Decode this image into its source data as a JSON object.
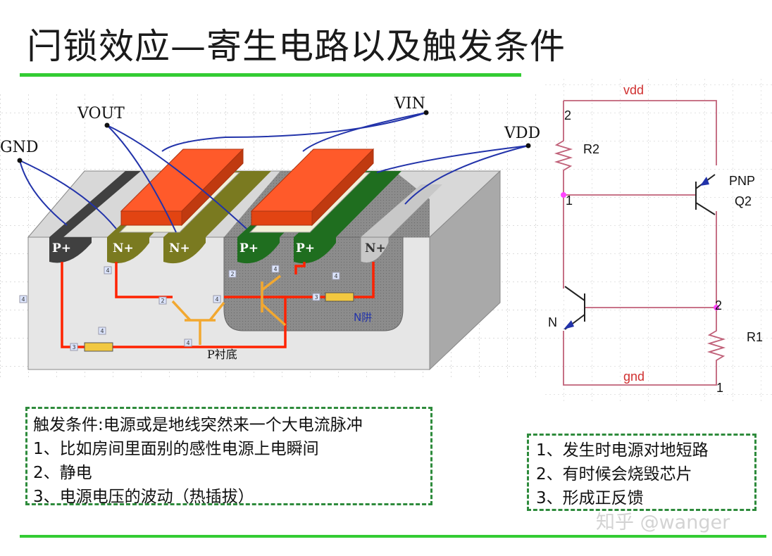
{
  "title": "闩锁效应—寄生电路以及触发条件",
  "colors": {
    "green_rule": "#33cc33",
    "red_wire": "#ff2200",
    "blue_wire": "#2233aa",
    "circuit_wire": "#c06078"
  },
  "device": {
    "pins": {
      "gnd": "GND",
      "vout": "VOUT",
      "vin": "VIN",
      "vdd": "VDD"
    },
    "regions": {
      "p1": "P+",
      "n1": "N+",
      "n2": "N+",
      "p2": "P+",
      "p3": "P+",
      "n3": "N+"
    },
    "n_well": "N阱",
    "substrate": "P衬底",
    "tags": {
      "t4a": "4",
      "t4b": "4",
      "t4c": "4",
      "t4d": "4",
      "t4e": "4",
      "t4f": "4",
      "t2a": "2",
      "t2b": "2",
      "t3a": "3",
      "t3b": "3"
    }
  },
  "circuit": {
    "vdd": "vdd",
    "gnd": "gnd",
    "r2": "R2",
    "r1": "R1",
    "pnp_type": "PNP",
    "pnp_name": "Q2",
    "npn_label": "N",
    "node_top": "2",
    "node_mid": "1",
    "node_right": "2",
    "node_bottom": "1"
  },
  "trigger_box": {
    "heading": "触发条件:电源或是地线突然来一个大电流脉冲",
    "items": [
      "1、比如房间里面别的感性电源上电瞬间",
      "2、静电",
      "3、电源电压的波动（热插拔）"
    ]
  },
  "effects_box": {
    "items": [
      "1、发生时电源对地短路",
      "2、有时候会烧毁芯片",
      "3、形成正反馈"
    ]
  },
  "watermark": "知乎 @wanger"
}
